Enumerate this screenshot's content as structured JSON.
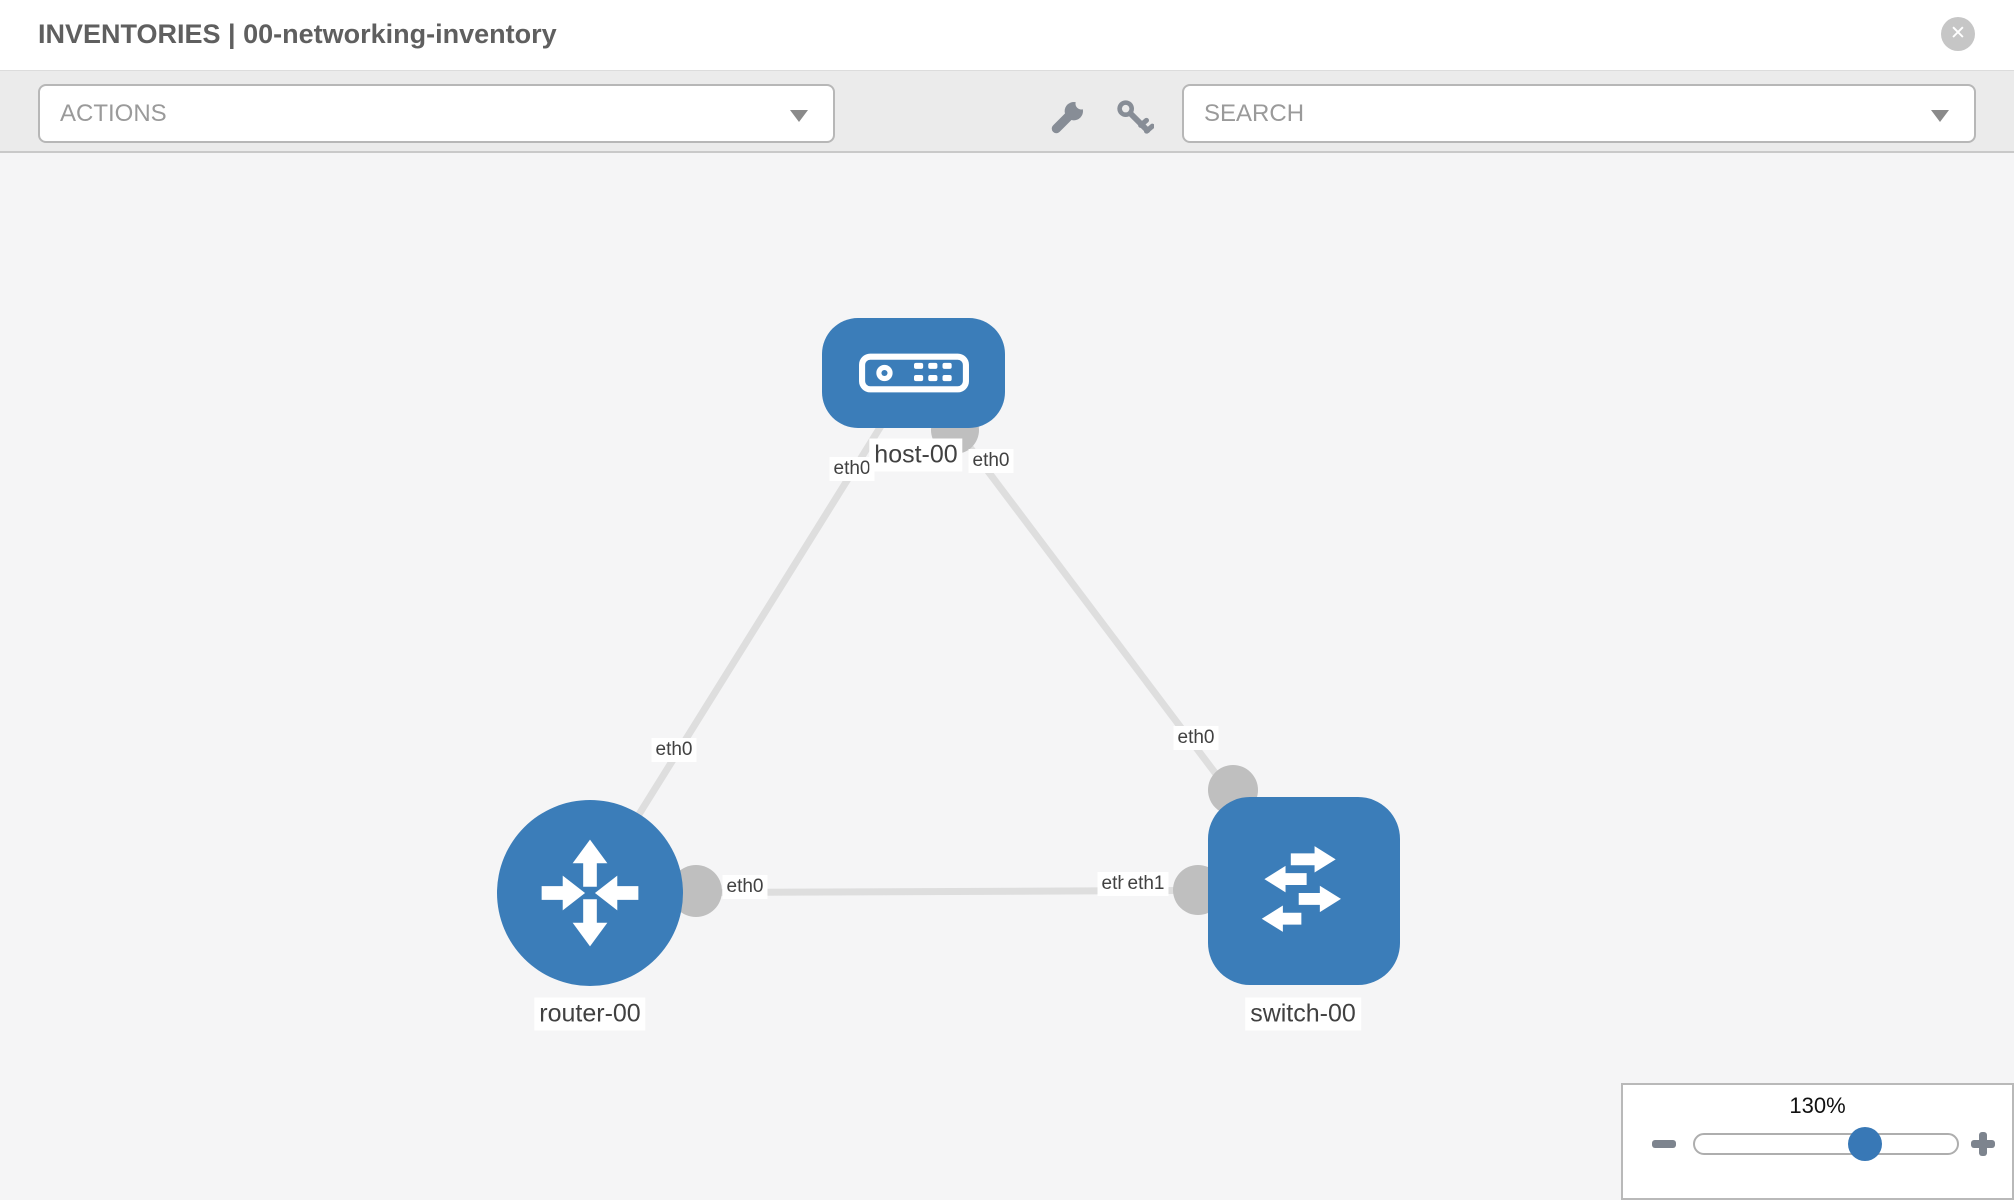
{
  "header": {
    "title": "INVENTORIES | 00-networking-inventory",
    "close_icon": "✕"
  },
  "toolbar": {
    "actions": {
      "placeholder": "ACTIONS"
    },
    "search": {
      "placeholder": "SEARCH"
    },
    "wrench_icon": "wrench",
    "key_icon": "key"
  },
  "topology": {
    "nodes": [
      {
        "label": "host-00",
        "type": "host"
      },
      {
        "label": "router-00",
        "type": "router"
      },
      {
        "label": "switch-00",
        "type": "switch"
      }
    ],
    "interfaces": {
      "host_to_router": "eth0",
      "host_to_switch": "eth0",
      "router_to_host": "eth0",
      "router_to_switch": "eth0",
      "switch_to_host": "eth0",
      "switch_to_router_hidden": "eth0",
      "switch_to_router": "eth1"
    },
    "links": [
      {
        "from": "host-00",
        "to": "router-00",
        "from_if": "eth0",
        "to_if": "eth0"
      },
      {
        "from": "host-00",
        "to": "switch-00",
        "from_if": "eth0",
        "to_if": "eth0"
      },
      {
        "from": "router-00",
        "to": "switch-00",
        "from_if": "eth0",
        "to_if": "eth1"
      }
    ]
  },
  "zoom_control": {
    "level": "130%"
  },
  "colors": {
    "node_blue": "#3b7db9",
    "link_gray": "#dedede",
    "connector_gray": "#bfbfbf",
    "toolbar_gray": "#ebebeb"
  }
}
